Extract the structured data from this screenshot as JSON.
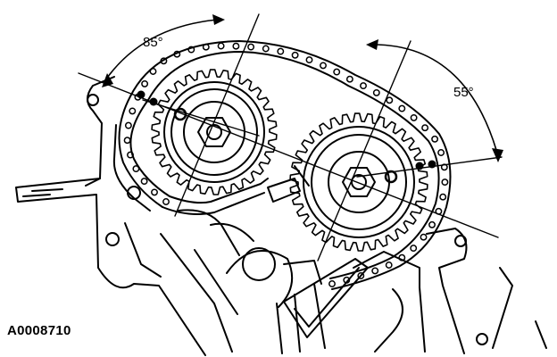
{
  "figure": {
    "id": "A0008710",
    "angle_left": "85°",
    "angle_right": "55°"
  },
  "colors": {
    "ink": "#000000",
    "paper": "#ffffff"
  }
}
